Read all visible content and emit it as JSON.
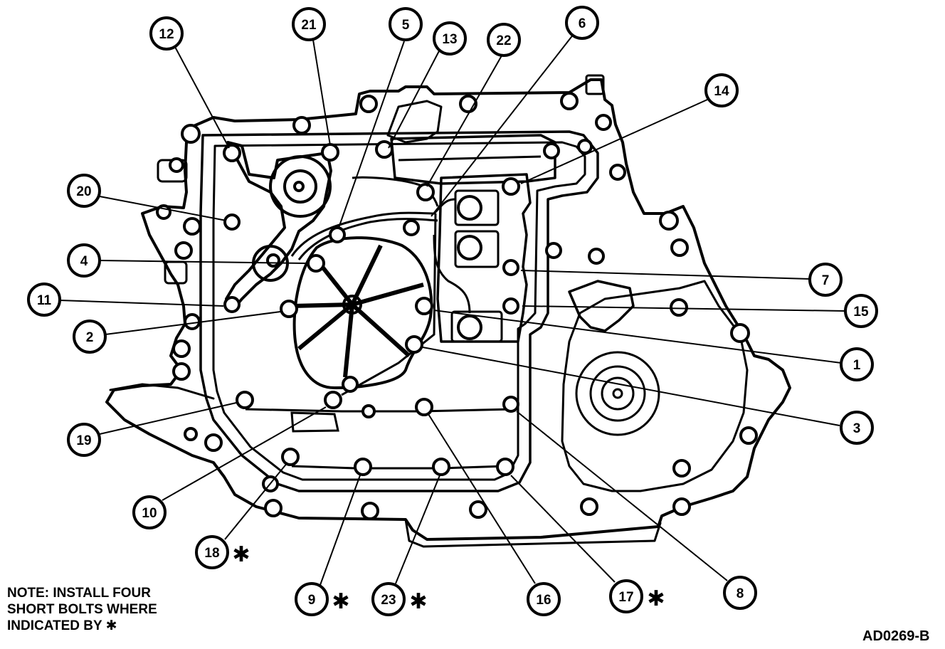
{
  "callouts": [
    {
      "id": "1",
      "label": "1",
      "short_bolt": false
    },
    {
      "id": "2",
      "label": "2",
      "short_bolt": false
    },
    {
      "id": "3",
      "label": "3",
      "short_bolt": false
    },
    {
      "id": "4",
      "label": "4",
      "short_bolt": false
    },
    {
      "id": "5",
      "label": "5",
      "short_bolt": false
    },
    {
      "id": "6",
      "label": "6",
      "short_bolt": false
    },
    {
      "id": "7",
      "label": "7",
      "short_bolt": false
    },
    {
      "id": "8",
      "label": "8",
      "short_bolt": false
    },
    {
      "id": "9",
      "label": "9",
      "short_bolt": true
    },
    {
      "id": "10",
      "label": "10",
      "short_bolt": false
    },
    {
      "id": "11",
      "label": "11",
      "short_bolt": false
    },
    {
      "id": "12",
      "label": "12",
      "short_bolt": false
    },
    {
      "id": "13",
      "label": "13",
      "short_bolt": false
    },
    {
      "id": "14",
      "label": "14",
      "short_bolt": false
    },
    {
      "id": "15",
      "label": "15",
      "short_bolt": false
    },
    {
      "id": "16",
      "label": "16",
      "short_bolt": false
    },
    {
      "id": "17",
      "label": "17",
      "short_bolt": true
    },
    {
      "id": "18",
      "label": "18",
      "short_bolt": true
    },
    {
      "id": "19",
      "label": "19",
      "short_bolt": false
    },
    {
      "id": "20",
      "label": "20",
      "short_bolt": false
    },
    {
      "id": "21",
      "label": "21",
      "short_bolt": false
    },
    {
      "id": "22",
      "label": "22",
      "short_bolt": false
    },
    {
      "id": "23",
      "label": "23",
      "short_bolt": true
    }
  ],
  "short_bolt_symbol": "✱",
  "note": {
    "lines": [
      "NOTE: INSTALL FOUR",
      "SHORT BOLTS WHERE",
      "INDICATED BY ✱"
    ]
  },
  "figure_id": "AD0269-B",
  "colors": {
    "ink": "#000000",
    "paper": "#ffffff"
  }
}
